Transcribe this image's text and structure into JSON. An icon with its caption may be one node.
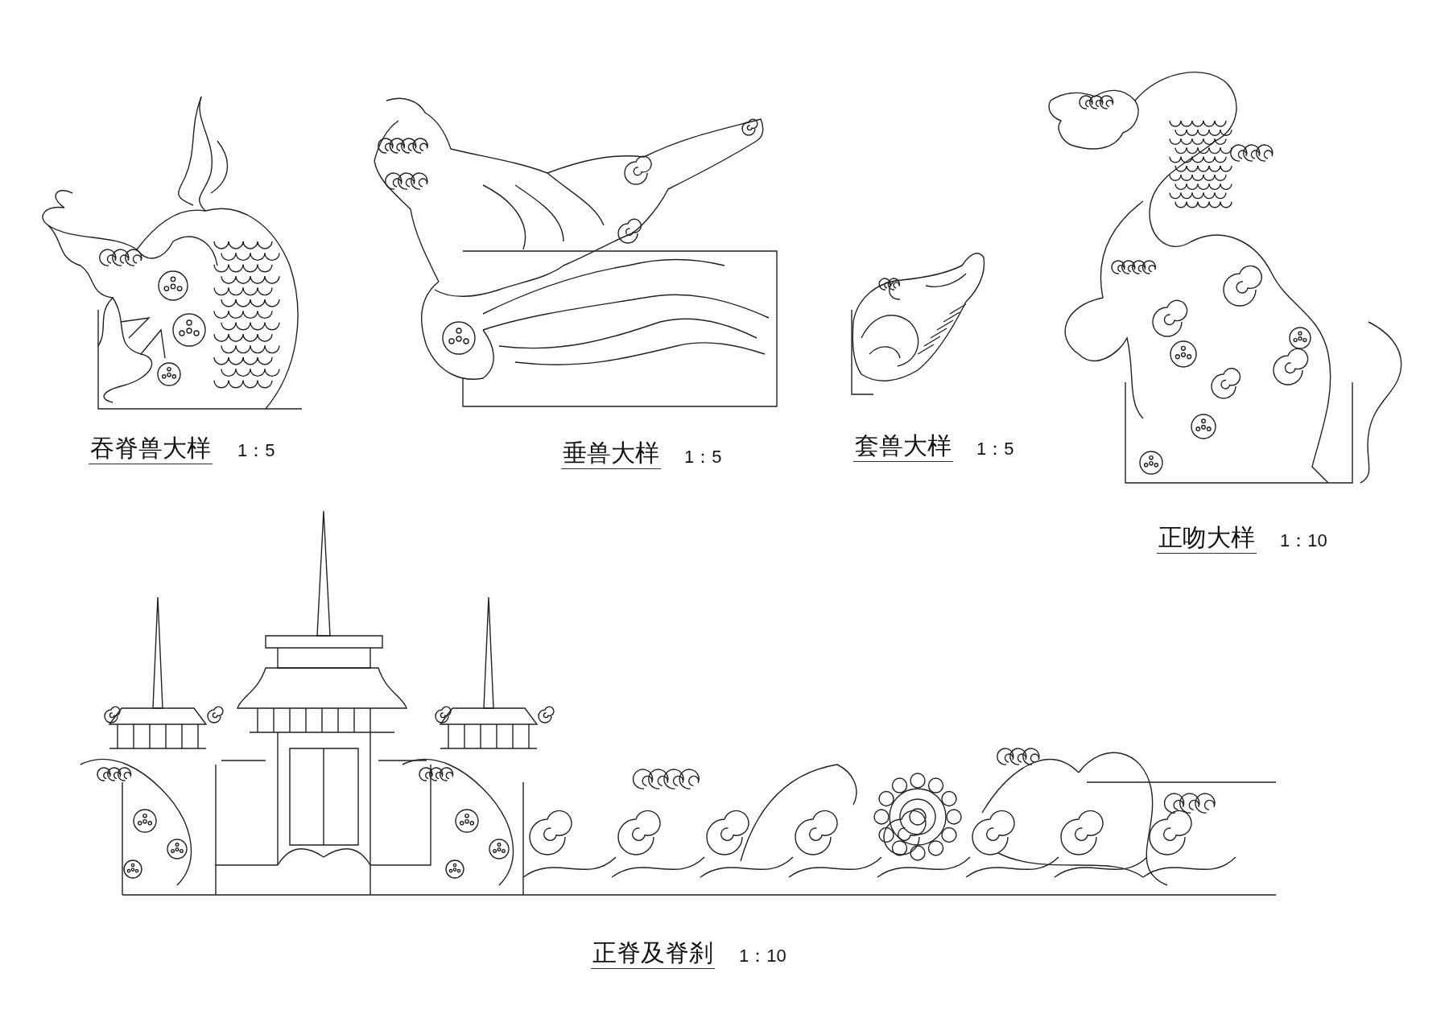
{
  "diagram": {
    "labels": [
      "吞脊兽大样",
      "1：5",
      "垂兽大样",
      "1：5",
      "套兽大样",
      "1：5",
      "正吻大样",
      "1：10",
      "正脊及脊刹",
      "1：10"
    ]
  }
}
